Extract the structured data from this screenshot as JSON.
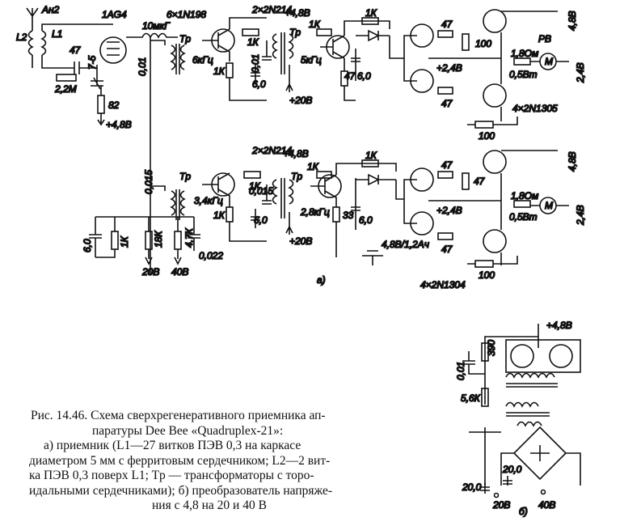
{
  "labels": {
    "antenna": "Ан2",
    "tube": "1AG4",
    "diodes": "6×1N198",
    "coil_L2": "L2",
    "coil_L1": "L1",
    "cap_47": "47",
    "choke": "10мкГ",
    "tr": "Tр",
    "c_001": "0,01",
    "freq_6k": "6кГц",
    "res_2_2M": "2,2М",
    "trimmer": "7-5",
    "res_82": "82",
    "v_4_8": "+4,8В",
    "pair_top": "2×2N214",
    "pair_bottom": "2×2N214",
    "r_1k": "1К",
    "c_001b": "0,01",
    "c_6": "6,0",
    "v_20": "+20В",
    "freq_5k": "5кГц",
    "r_47": "47",
    "r_100": "100",
    "v_2_4": "+2,4В",
    "rv": "PB",
    "r_1_8ohm": "1,8Ом",
    "p_0_5w": "0,5Вт",
    "motor": "M",
    "v_4_8_out": "4,8В",
    "v_2_4_out": "2,4В",
    "out_trans_top": "4×2N1305",
    "c_0015": "0,015",
    "freq_3_4k": "3,4кГц",
    "freq_2_8k": "2,8кГц",
    "r_33": "33",
    "battery": "4,8В/1,2Ач",
    "r_18k": "18К",
    "r_4_7k": "4,7К",
    "c_0022": "0,022",
    "v_20b": "20В",
    "v_40b": "40В",
    "out_trans_bottom": "4×2N1304",
    "fig_a": "а)",
    "fig_b": "б)",
    "r_390": "390",
    "r_5_6k": "5,6К",
    "c_20": "20,0",
    "v_20_b": "20В",
    "v_40_b": "40В",
    "v_4_8_b": "+4,8В"
  },
  "caption": {
    "line1": "Рис. 14.46. Схема сверхрегенеративного приемника ап-",
    "line2": "паратуры Dee Bee «Quadruplex-21»:",
    "line3": "а) приемник (L1—27 витков ПЭВ 0,3 на каркасе",
    "line4": "диаметром 5 мм с ферритовым сердечником; L2—2 вит-",
    "line5": "ка ПЭВ 0,3 поверх L1; Tр — трансформаторы с торо-",
    "line6": "идальными сердечниками); б) преобразователь напряже-",
    "line7": "ния с 4,8 на 20 и 40 В"
  }
}
